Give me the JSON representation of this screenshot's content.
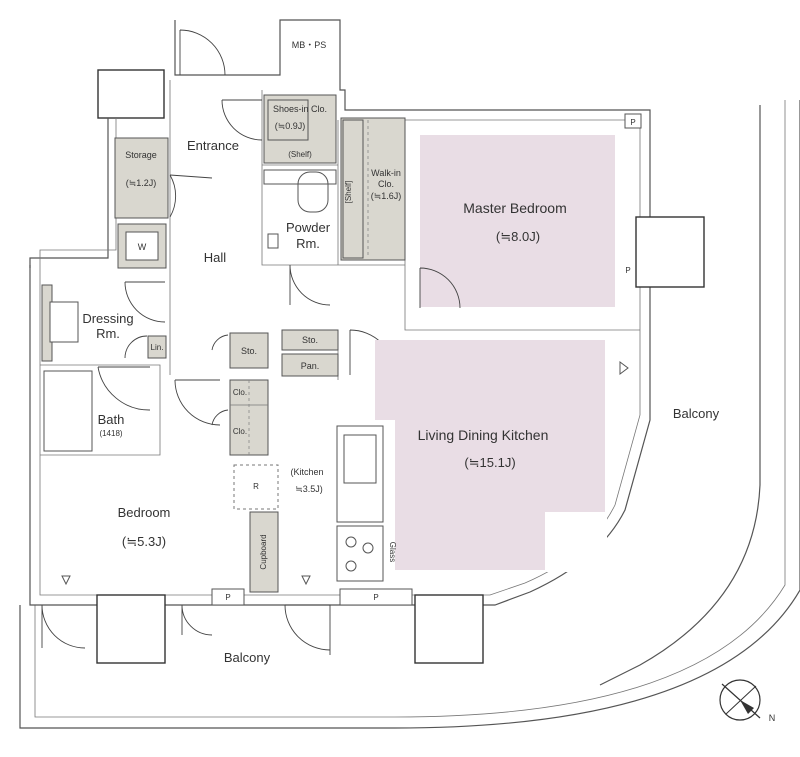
{
  "rooms": {
    "mb_ps": "MB・PS",
    "shoes": "Shoes-in Clo.",
    "shoes_area": "(≒0.9J)",
    "shelf": "(Shelf)",
    "shelf_vertical": "[Shelf]",
    "walkin_1": "Walk-in",
    "walkin_2": "Clo.",
    "walkin_area": "(≒1.6J)",
    "entrance": "Entrance",
    "storage": "Storage",
    "storage_area": "(≒1.2J)",
    "washer": "W",
    "powder_1": "Powder",
    "powder_2": "Rm.",
    "hall": "Hall",
    "master": "Master Bedroom",
    "master_area": "(≒8.0J)",
    "dressing_1": "Dressing",
    "dressing_2": "Rm.",
    "linen": "Lin.",
    "sto_left": "Sto.",
    "sto_right": "Sto.",
    "pantry": "Pan.",
    "bath": "Bath",
    "bath_size": "(1418)",
    "clo_1": "Clo.",
    "clo_2": "Clo.",
    "ldk": "Living Dining Kitchen",
    "ldk_area": "(≒15.1J)",
    "kitchen": "(Kitchen",
    "kitchen_area": "≒3.5J)",
    "fridge": "R",
    "bedroom": "Bedroom",
    "bedroom_area": "(≒5.3J)",
    "cupboard": "Cupboard",
    "glass": "Glass",
    "balcony_right": "Balcony",
    "balcony_bottom": "Balcony",
    "p_marks": [
      "P",
      "P",
      "P",
      "P"
    ]
  },
  "compass": {
    "north_label": "N"
  },
  "colors": {
    "zone": "#e9dde5",
    "fixture": "#d9d7cf",
    "wall": "#555555"
  }
}
